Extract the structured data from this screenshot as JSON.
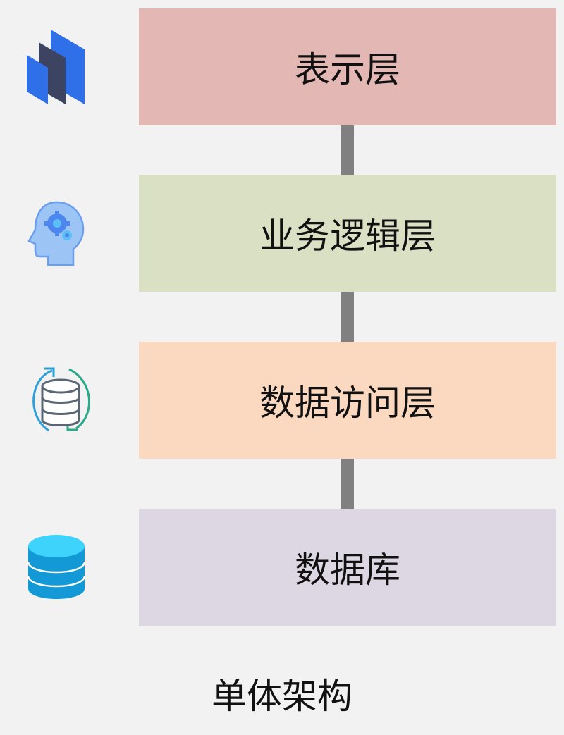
{
  "layers": [
    {
      "label": "表示层",
      "color": "#e3b8b4",
      "icon": "presentation-layers-icon"
    },
    {
      "label": "业务逻辑层",
      "color": "#d9e0c3",
      "icon": "head-gears-icon"
    },
    {
      "label": "数据访问层",
      "color": "#fbd8c0",
      "icon": "database-sync-icon"
    },
    {
      "label": "数据库",
      "color": "#dcd7e2",
      "icon": "database-icon"
    }
  ],
  "caption": "单体架构",
  "connector_color": "#808080"
}
